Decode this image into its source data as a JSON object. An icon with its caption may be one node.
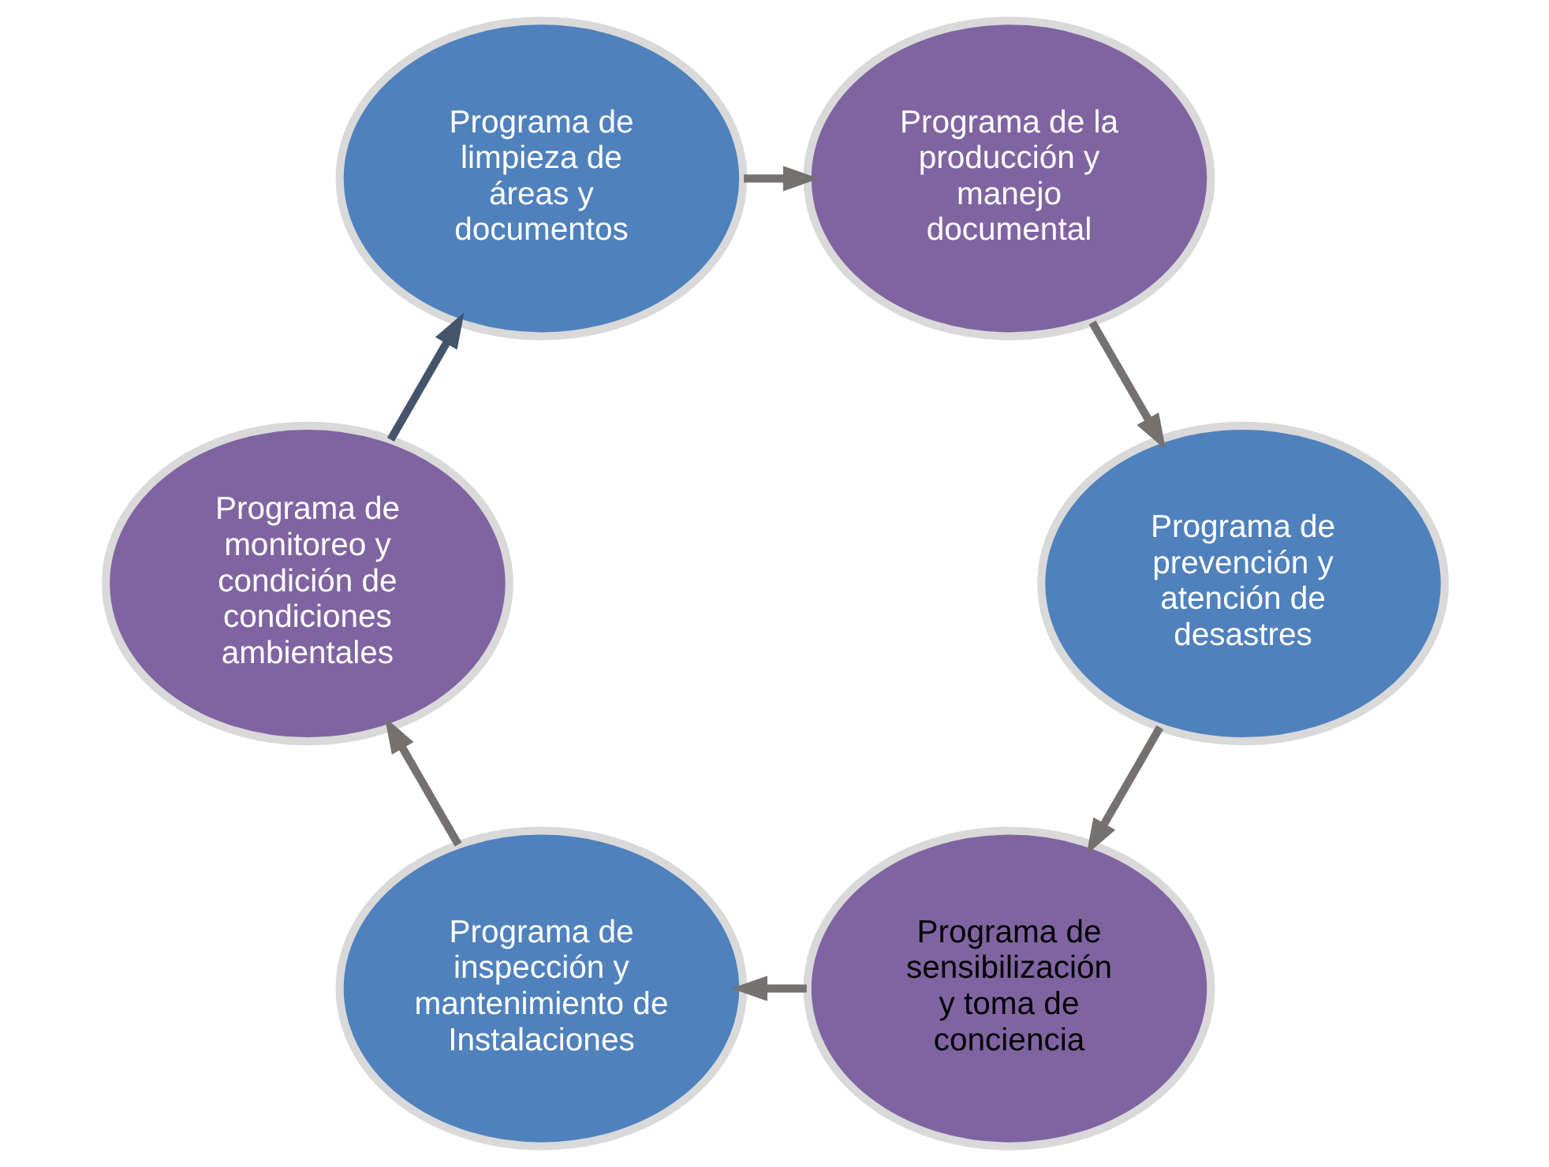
{
  "diagram": {
    "nodes": [
      {
        "text": [
          "Programa de sensibilización y toma de conciencia"
        ]
      },
      {
        "text": [
          "Programa de prevención y atención de desastres"
        ]
      },
      {
        "text": [
          "Programa de inspección y mantenimiento de Instalaciones"
        ]
      },
      {
        "text": [
          "Programa de la producción y manejo documental"
        ]
      },
      {
        "text": [
          "Programa de monitoreo y condición de condiciones ambientales"
        ]
      },
      {
        "text": [
          "Programa de limpieza de áreas y documentos"
        ]
      }
    ],
    "edges": [
      {
        "from": 0,
        "to": 2,
        "arrow": "to"
      },
      {
        "from": 2,
        "to": 4,
        "arrow": "to"
      },
      {
        "from": 4,
        "to": 5,
        "arrow": "to",
        "color": "#44546a"
      },
      {
        "from": 5,
        "to": 3,
        "arrow": "to"
      },
      {
        "from": 3,
        "to": 1,
        "arrow": "to"
      },
      {
        "from": 1,
        "to": 0,
        "arrow": "to"
      }
    ]
  }
}
